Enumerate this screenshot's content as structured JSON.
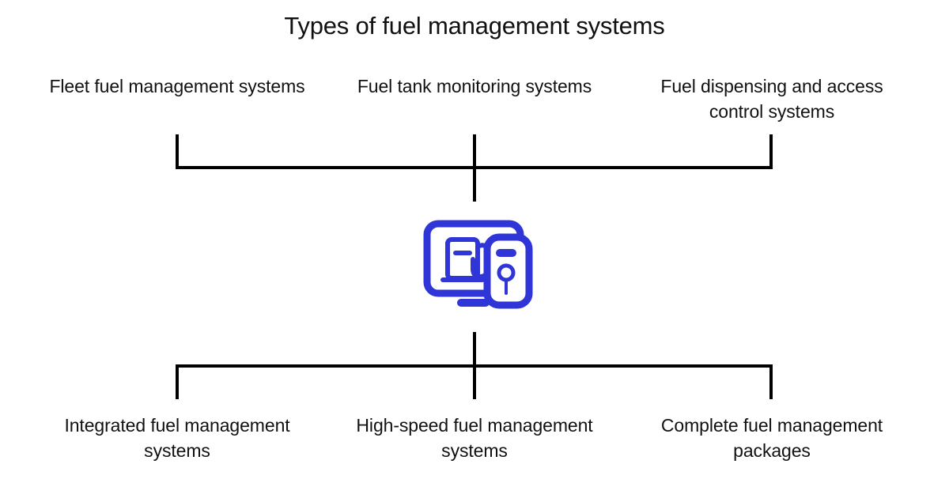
{
  "diagram": {
    "title": "Types of fuel management systems",
    "type": "bracket-hierarchy",
    "background_color": "#ffffff",
    "line_color": "#000000",
    "text_color": "#111111",
    "accent_color": "#2f35d6",
    "center_icon": {
      "name": "fuel-management-monitor-phone-icon",
      "description": "Monitor screen showing a fuel pump, with a mobile phone overlapping at right",
      "color": "#2f35d6"
    },
    "top_row": [
      {
        "label": "Fleet fuel management systems"
      },
      {
        "label": "Fuel tank monitoring systems"
      },
      {
        "label": "Fuel dispensing and access control systems"
      }
    ],
    "bottom_row": [
      {
        "label": "Integrated fuel management systems"
      },
      {
        "label": "High-speed fuel management systems"
      },
      {
        "label": "Complete fuel management packages"
      }
    ]
  }
}
